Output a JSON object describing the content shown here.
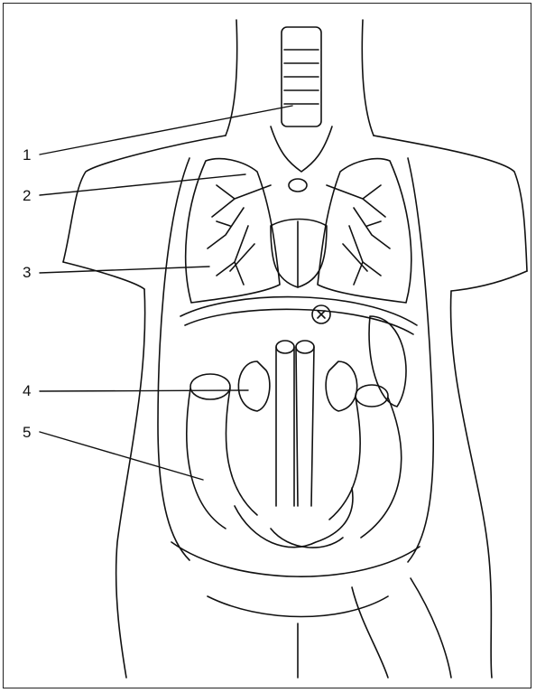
{
  "labels": [
    "1",
    "2",
    "3",
    "4",
    "5"
  ],
  "colors": {
    "ink": "#111111",
    "paper": "#ffffff"
  }
}
